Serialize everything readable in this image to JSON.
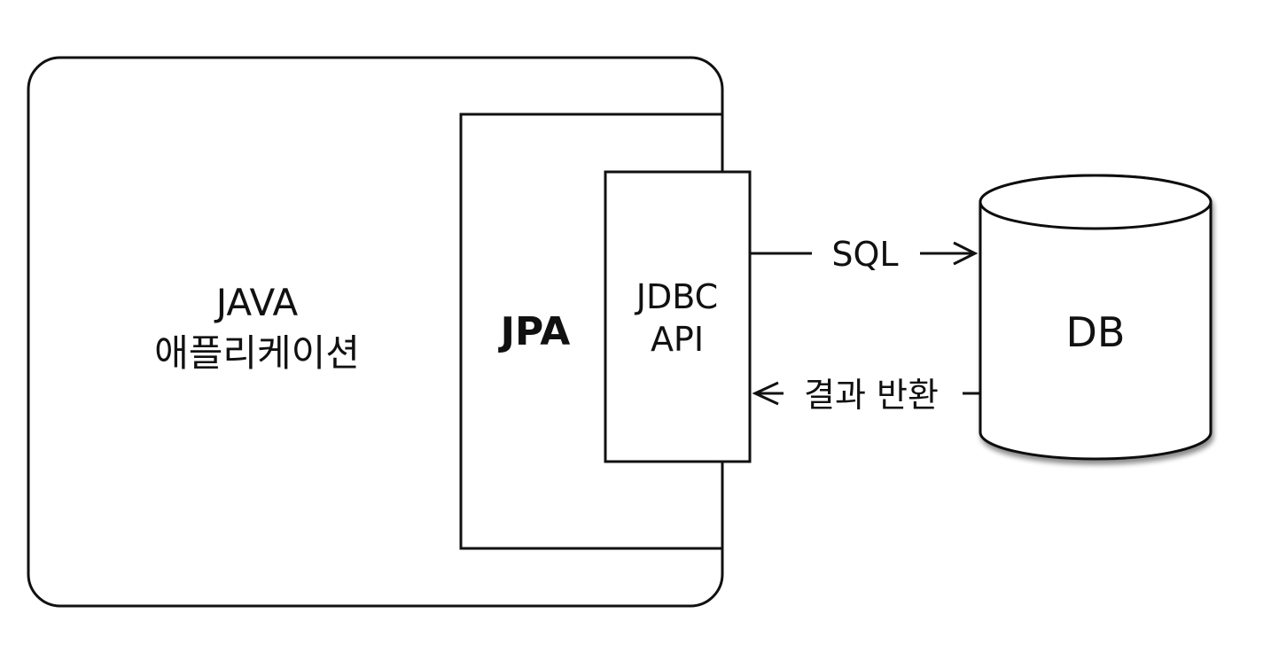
{
  "app": {
    "label_line1": "JAVA",
    "label_line2": "애플리케이션"
  },
  "jpa": {
    "label": "JPA"
  },
  "jdbc": {
    "label_line1": "JDBC",
    "label_line2": "API"
  },
  "db": {
    "label": "DB"
  },
  "flows": {
    "request_label": "SQL",
    "response_label": "결과 반환"
  },
  "colors": {
    "stroke": "#111111",
    "fill": "#ffffff",
    "shadow": "#c8c8c8"
  }
}
